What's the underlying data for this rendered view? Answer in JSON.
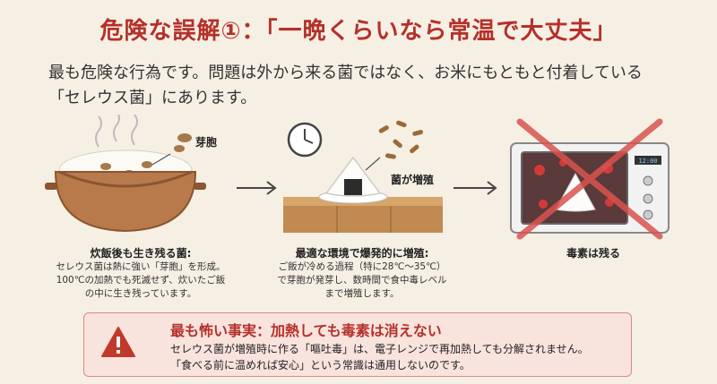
{
  "title": "危険な誤解①：「一晩くらいなら常温で大丈夫」",
  "intro": {
    "line1": "最も危険な行為です。問題は外から来る菌ではなく、お米にもともと付着している",
    "line2": "「セレウス菌」にあります。"
  },
  "panels": [
    {
      "label": "芽胞",
      "caption_title": "炊飯後も生き残る菌:",
      "caption_lines": [
        "セレウス菌は熱に強い「芽胞」を形成。",
        "100℃の加熱でも死滅せず、炊いたご飯",
        "の中に生き残っています。"
      ]
    },
    {
      "label": "菌が増殖",
      "caption_title": "最適な環境で爆発的に増殖:",
      "caption_lines": [
        "ご飯が冷める過程（特に28℃〜35℃）",
        "で芽胞が発芽し、数時間で食中毒レベル",
        "まで増殖します。"
      ]
    },
    {
      "label": "",
      "caption_title": "毒素は残る",
      "caption_lines": []
    }
  ],
  "microwave_display": "12:00",
  "warning": {
    "title": "最も怖い事実：加熱しても毒素は消えない",
    "line1": "セレウス菌が増殖時に作る「嘔吐毒」は、電子レンジで再加熱しても分解されません。",
    "line2": "「食べる前に温めれば安心」という常識は通用しないのです。"
  },
  "colors": {
    "accent": "#b5302a",
    "background": "#f6efe3",
    "warning_bg": "#f9e3dd"
  }
}
